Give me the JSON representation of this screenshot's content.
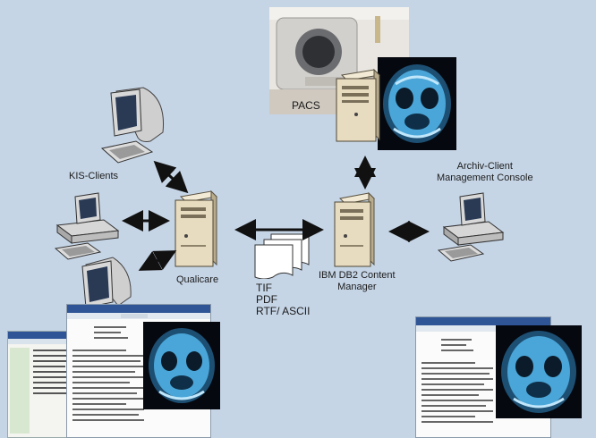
{
  "labels": {
    "pacs": "PACS",
    "kis_clients": "KIS-Clients",
    "archiv_client_line1": "Archiv-Client",
    "archiv_client_line2": "Management Console",
    "qualicare": "Qualicare",
    "ibm_line1": "IBM DB2 Content",
    "ibm_line2": "Manager",
    "formats": [
      "TIF",
      "PDF",
      "RTF/ ASCII"
    ]
  },
  "colors": {
    "background": "#c6d5e6",
    "server_beige": "#e8dcc0",
    "arrow": "#111111",
    "ct_scan_blue": "#4aa6d8"
  },
  "icons": [
    "ct-scanner-photo",
    "ct-scan-image",
    "server-icon",
    "monitor-icon",
    "desktop-pc-icon",
    "document-stack-icon",
    "screenshot-thumbnail"
  ]
}
